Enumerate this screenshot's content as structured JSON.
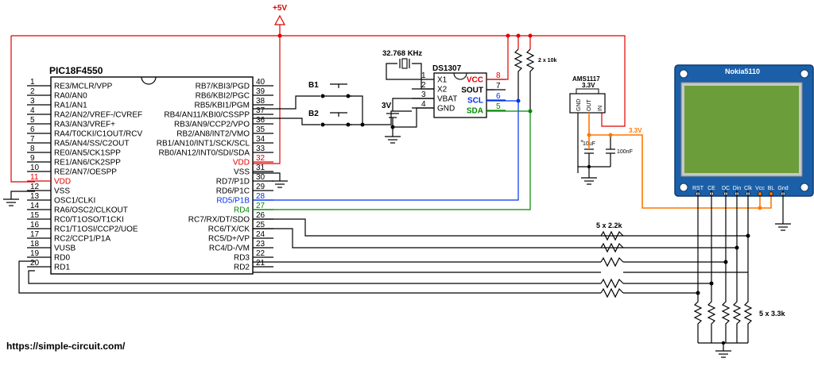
{
  "supply_label": "+5V",
  "mcu": {
    "name": "PIC18F4550",
    "left_pins": [
      {
        "num": "1",
        "name": "RE3/MCLR/VPP"
      },
      {
        "num": "2",
        "name": "RA0/AN0"
      },
      {
        "num": "3",
        "name": "RA1/AN1"
      },
      {
        "num": "4",
        "name": "RA2/AN2/VREF-/CVREF"
      },
      {
        "num": "5",
        "name": "RA3/AN3/VREF+"
      },
      {
        "num": "6",
        "name": "RA4/T0CKI/C1OUT/RCV"
      },
      {
        "num": "7",
        "name": "RA5/AN4/SS/C2OUT"
      },
      {
        "num": "8",
        "name": "RE0/AN5/CK1SPP"
      },
      {
        "num": "9",
        "name": "RE1/AN6/CK2SPP"
      },
      {
        "num": "10",
        "name": "RE2/AN7/OESPP"
      },
      {
        "num": "11",
        "name": "VDD",
        "color": "red"
      },
      {
        "num": "12",
        "name": "VSS"
      },
      {
        "num": "13",
        "name": "OSC1/CLKI"
      },
      {
        "num": "14",
        "name": "RA6/OSC2/CLKOUT"
      },
      {
        "num": "15",
        "name": "RC0/T1OSO/T1CKI"
      },
      {
        "num": "16",
        "name": "RC1/T1OSI/CCP2/UOE"
      },
      {
        "num": "17",
        "name": "RC2/CCP1/P1A"
      },
      {
        "num": "18",
        "name": "VUSB"
      },
      {
        "num": "19",
        "name": "RD0"
      },
      {
        "num": "20",
        "name": "RD1"
      }
    ],
    "right_pins": [
      {
        "num": "40",
        "name": "RB7/KBI3/PGD"
      },
      {
        "num": "39",
        "name": "RB6/KBI2/PGC"
      },
      {
        "num": "38",
        "name": "RB5/KBI1/PGM"
      },
      {
        "num": "37",
        "name": "RB4/AN11/KBI0/CSSPP"
      },
      {
        "num": "36",
        "name": "RB3/AN9/CCP2/VPO"
      },
      {
        "num": "35",
        "name": "RB2/AN8/INT2/VMO"
      },
      {
        "num": "34",
        "name": "RB1/AN10/INT1/SCK/SCL"
      },
      {
        "num": "33",
        "name": "RB0/AN12/INT0/SDI/SDA"
      },
      {
        "num": "32",
        "name": "VDD",
        "color": "red"
      },
      {
        "num": "31",
        "name": "VSS"
      },
      {
        "num": "30",
        "name": "RD7/P1D"
      },
      {
        "num": "29",
        "name": "RD6/P1C"
      },
      {
        "num": "28",
        "name": "RD5/P1B",
        "color": "blue"
      },
      {
        "num": "27",
        "name": "RD4",
        "color": "green"
      },
      {
        "num": "26",
        "name": "RC7/RX/DT/SDO"
      },
      {
        "num": "25",
        "name": "RC6/TX/CK"
      },
      {
        "num": "24",
        "name": "RC5/D+/VP"
      },
      {
        "num": "23",
        "name": "RC4/D-/VM"
      },
      {
        "num": "22",
        "name": "RD3"
      },
      {
        "num": "21",
        "name": "RD2"
      }
    ]
  },
  "rtc": {
    "name": "DS1307",
    "crystal_label": "32.768 KHz",
    "battery_label": "3V",
    "left_pins": [
      {
        "num": "1",
        "name": "X1"
      },
      {
        "num": "2",
        "name": "X2"
      },
      {
        "num": "3",
        "name": "VBAT"
      },
      {
        "num": "4",
        "name": "GND"
      }
    ],
    "right_pins": [
      {
        "num": "8",
        "name": "VCC",
        "color": "red"
      },
      {
        "num": "7",
        "name": "SOUT"
      },
      {
        "num": "6",
        "name": "SCL",
        "color": "blue"
      },
      {
        "num": "5",
        "name": "SDA",
        "color": "green"
      }
    ],
    "pullup_label": "2 x 10k"
  },
  "buttons": [
    {
      "label": "B1"
    },
    {
      "label": "B2"
    }
  ],
  "regulator": {
    "name": "AMS1117",
    "voltage": "3.3V",
    "pins": [
      "GND",
      "OUT",
      "IN"
    ],
    "cap1": "10uF",
    "cap2": "100nF",
    "rail_label": "3.3V"
  },
  "lcd": {
    "name": "Nokia5110",
    "pins": [
      "RST",
      "CE",
      "DC",
      "Din",
      "Clk",
      "Vcc",
      "BL",
      "Gnd"
    ]
  },
  "series_resistors_label": "5 x 2.2k",
  "divider_resistors_label": "5 x 3.3k",
  "footer_url": "https://simple-circuit.com/",
  "colors": {
    "vdd": "#e00000",
    "scl": "#0033ee",
    "sda": "#008800",
    "rail33": "#ff7700",
    "lcd_body": "#1a5fa8",
    "lcd_screen": "#6b9e3a"
  }
}
